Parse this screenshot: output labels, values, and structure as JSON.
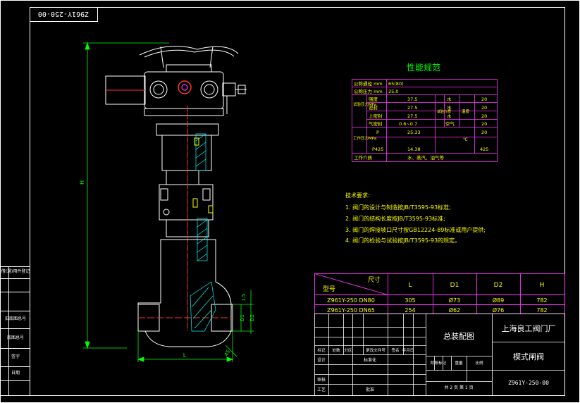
{
  "drawing_code_stamp": "Z961Y-250-00",
  "dimension_labels": {
    "height": "H",
    "length": "L",
    "d1": "D1",
    "d2": "D2",
    "gap": "1.5",
    "angle": "45"
  },
  "performance": {
    "title": "性能规范",
    "rows": [
      {
        "label": "公称通径 mm",
        "value": "65(80)"
      },
      {
        "label": "公称压力 mm",
        "value": "25.0"
      },
      {
        "label": "强度",
        "value": "37.5",
        "medium": "水",
        "temp": "20"
      },
      {
        "label": "密封",
        "value": "27.5",
        "medium": "水",
        "temp": "20"
      },
      {
        "label": "上密封",
        "value": "27.5",
        "medium": "水",
        "temp": "20"
      },
      {
        "label": "气密封",
        "value": "0.6~0.7",
        "medium": "空气",
        "temp": "20"
      },
      {
        "label": "P",
        "value": "25.33",
        "temp": "20"
      },
      {
        "label": "P425",
        "value": "14.38",
        "temp": "425"
      },
      {
        "label": "工作介质",
        "value": "水、蒸汽、油气等"
      }
    ],
    "side_labels": {
      "test": "试验压力MPa",
      "work": "工作压力MPa",
      "test_medium": "试验介质",
      "temp_header": "温度",
      "temp_unit": "℃"
    }
  },
  "tech_requirements": {
    "title": "技术要求:",
    "items": [
      "1. 阀门的设计与制造按JB/T3595-93标准;",
      "2. 阀门的结构长度按JB/T3595-93标准;",
      "3. 阀门的焊接坡口尺寸按GB12224-89标准或用户提供;",
      "4. 阀门的检验与试验按JB/T3595-93的规定。"
    ]
  },
  "dim_table": {
    "header_size": "尺寸",
    "header_model": "型号",
    "columns": [
      "L",
      "D1",
      "D2",
      "H"
    ],
    "rows": [
      {
        "model": "Z961Y-250 DN80",
        "values": [
          "305",
          "Ø73",
          "Ø89",
          "782"
        ]
      },
      {
        "model": "Z961Y-250 DN65",
        "values": [
          "254",
          "Ø62",
          "Ø76",
          "782"
        ]
      }
    ]
  },
  "title_block": {
    "drawing_name": "总装配图",
    "company": "上海良工阀门厂",
    "product": "楔式闸阀",
    "code": "Z961Y-250-00",
    "sheet_info": "共 2 页  第 1 页",
    "sign_headers": [
      "标记",
      "处数",
      "分区",
      "更改文件号",
      "签名",
      "年月日"
    ],
    "roles": [
      "设计",
      "审核",
      "工艺"
    ],
    "standardize": "标准化",
    "approve": "批准",
    "stage_headers": [
      "阶段标记",
      "重量",
      "比例"
    ]
  },
  "left_strip": [
    "借(通)用件登记",
    "旧底图总号",
    "底图总号",
    "签字",
    "日期"
  ]
}
